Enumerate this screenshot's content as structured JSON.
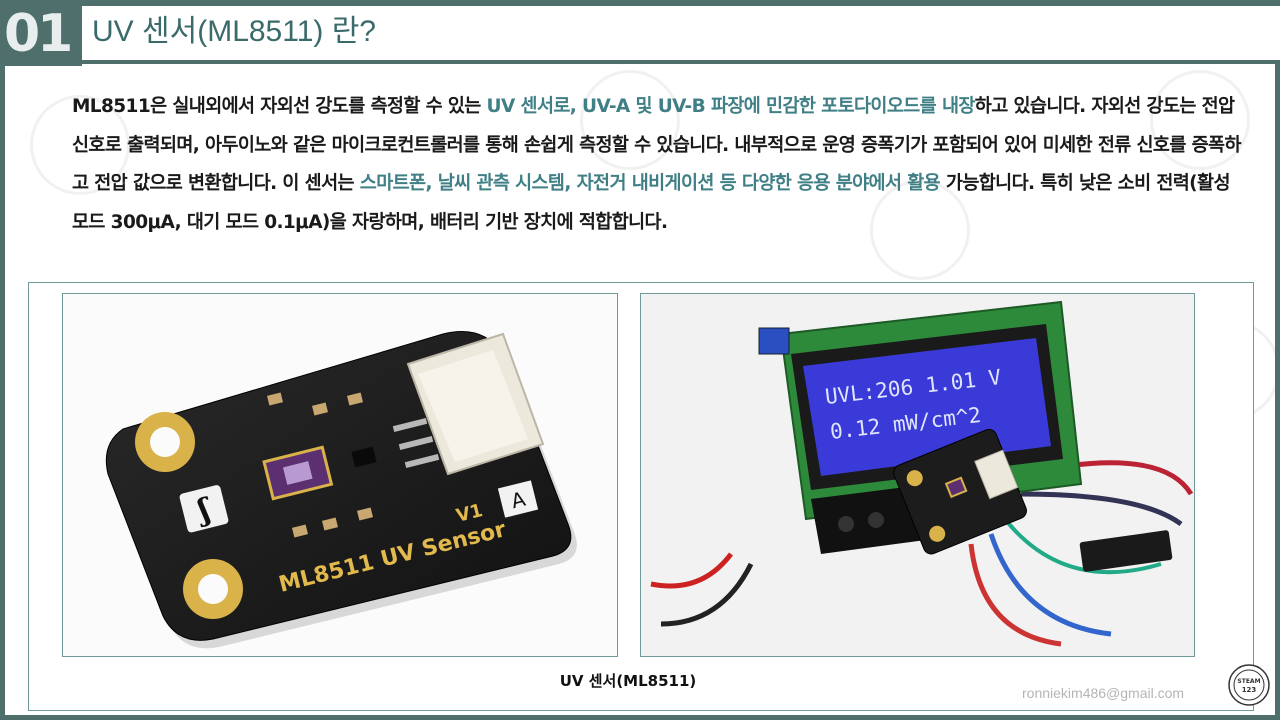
{
  "header": {
    "number": "01",
    "title": "UV 센서(ML8511) 란?"
  },
  "body": {
    "segments": [
      {
        "text": "ML8511은 실내외에서 자외선 강도를 측정할 수 있는 ",
        "hl": false
      },
      {
        "text": "UV 센서로, UV-A 및 UV-B 파장에 민감한 포토다이오드를 내장",
        "hl": true
      },
      {
        "text": "하고 있습니다. 자외선 강도는 전압 신호로 출력되며, 아두이노와 같은 마이크로컨트롤러를 통해 손쉽게 측정할 수 있습니다. 내부적으로 운영 증폭기가 포함되어 있어 미세한 전류 신호를 증폭하고 전압 값으로 변환합니다. 이 센서는 ",
        "hl": false
      },
      {
        "text": "스마트폰, 날씨 관측 시스템, 자전거 내비게이션 등 다양한 응용 분야에서 활용",
        "hl": true
      },
      {
        "text": " 가능합니다. 특히 낮은 소비 전력(활성 모드 300μA, 대기 모드 0.1μA)을 자랑하며, 배터리 기반 장치에 적합합니다.",
        "hl": false
      }
    ]
  },
  "left_photo": {
    "board_label": "ML8511 UV Sensor",
    "version": "V1",
    "corner_letter": "A",
    "logo_glyph": "ʃ"
  },
  "right_photo": {
    "lcd_line1": "UVL:206  1.01 V",
    "lcd_line2": "0.12 mW/cm^2"
  },
  "caption": "UV  센서(ML8511)",
  "footer": {
    "email": "ronniekim486@gmail.com",
    "logo_text_top": "STEAM",
    "logo_text_bottom": "123"
  },
  "colors": {
    "accent": "#4f6f6d",
    "highlight": "#3f7f85",
    "title": "#3a6a6a",
    "pcb": "#1c1c1c",
    "gold": "#d9b24a",
    "lcd": "#3a3ad8"
  }
}
